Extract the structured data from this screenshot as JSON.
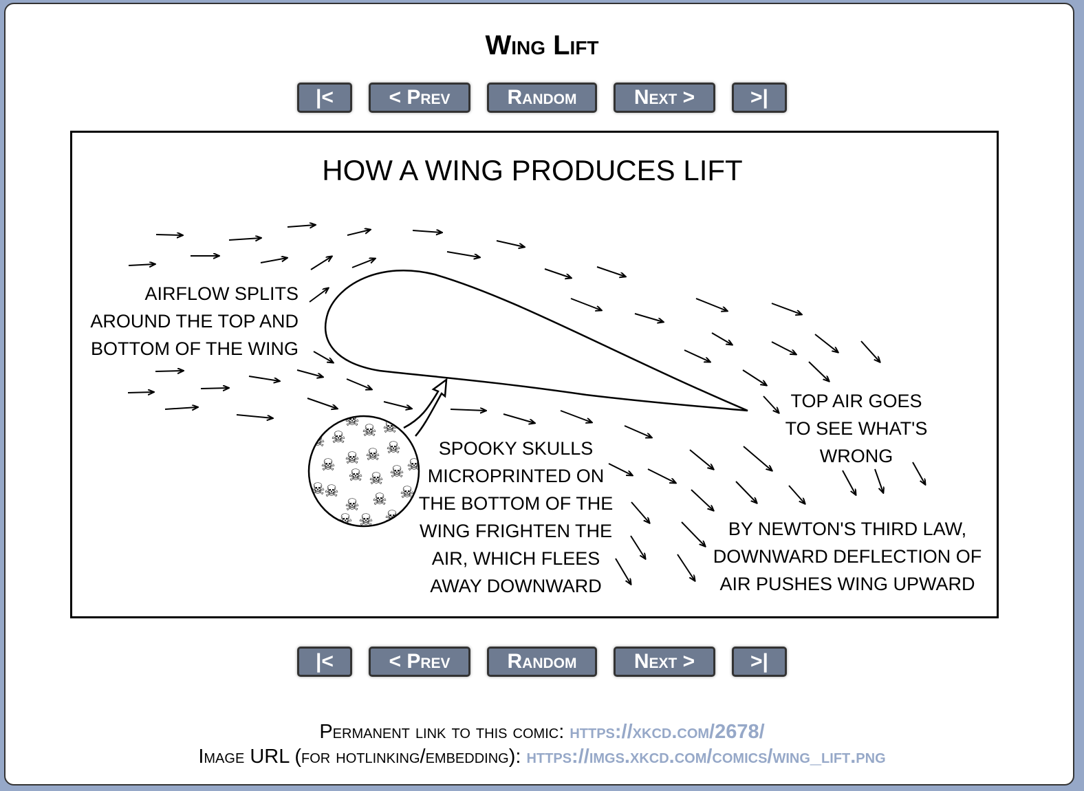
{
  "comic_title": "Wing Lift",
  "nav": {
    "first": "|<",
    "prev": "< Prev",
    "random": "Random",
    "next": "Next >",
    "last": ">|"
  },
  "comic": {
    "heading": "HOW A WING PRODUCES LIFT",
    "caption_airflow": [
      "AIRFLOW SPLITS",
      "AROUND THE TOP AND",
      "BOTTOM OF THE WING"
    ],
    "caption_top_air": [
      "TOP AIR GOES",
      "TO SEE WHAT'S",
      "WRONG"
    ],
    "caption_skulls": [
      "SPOOKY SKULLS",
      "MICROPRINTED ON",
      "THE BOTTOM OF THE",
      "WING FRIGHTEN THE",
      "AIR, WHICH FLEES",
      "AWAY DOWNWARD"
    ],
    "caption_newton": [
      "BY NEWTON'S THIRD LAW,",
      "DOWNWARD DEFLECTION OF",
      "AIR PUSHES WING UPWARD"
    ]
  },
  "footer": {
    "permalink_label": "Permanent link to this comic:",
    "permalink_url": "https://xkcd.com/2678/",
    "image_label": "Image URL (for hotlinking/embedding):",
    "image_url": "https://imgs.xkcd.com/comics/wing_lift.png"
  },
  "colors": {
    "background": "#96a8c8",
    "button": "#6e7b91",
    "link": "#96a8c8"
  }
}
